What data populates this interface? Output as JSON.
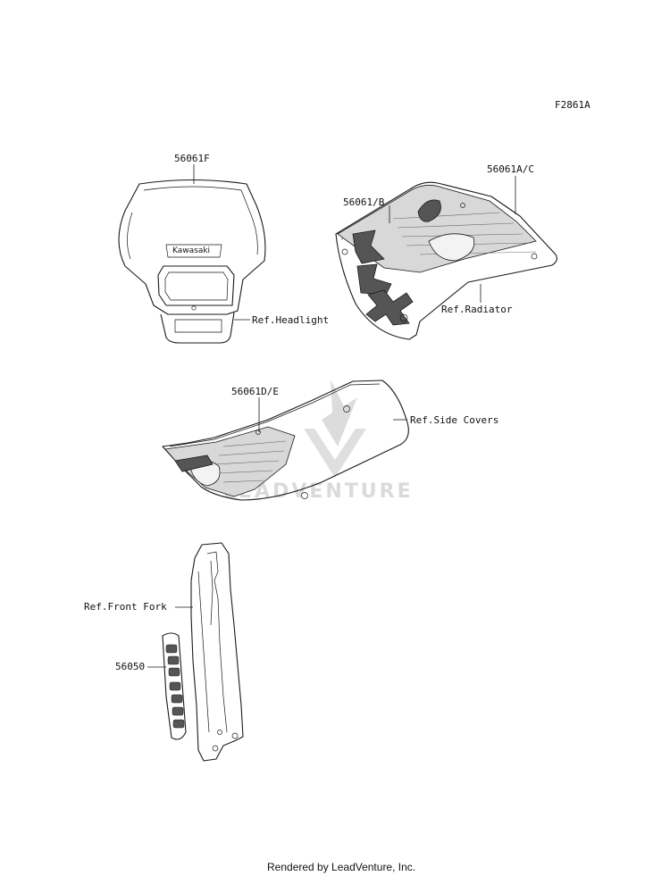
{
  "diagram": {
    "code": "F2861A",
    "headlight_cover_logo": "Kawasaki",
    "labels": {
      "p56061F": "56061F",
      "p56061B": "56061/B",
      "p56061AC": "56061A/C",
      "ref_headlight": "Ref.Headlight",
      "ref_radiator": "Ref.Radiator",
      "p56061DE": "56061D/E",
      "ref_side_covers": "Ref.Side Covers",
      "ref_front_fork": "Ref.Front Fork",
      "p56050": "56050"
    },
    "watermark": "LEADVENTURE",
    "footer": "Rendered by LeadVenture, Inc."
  }
}
